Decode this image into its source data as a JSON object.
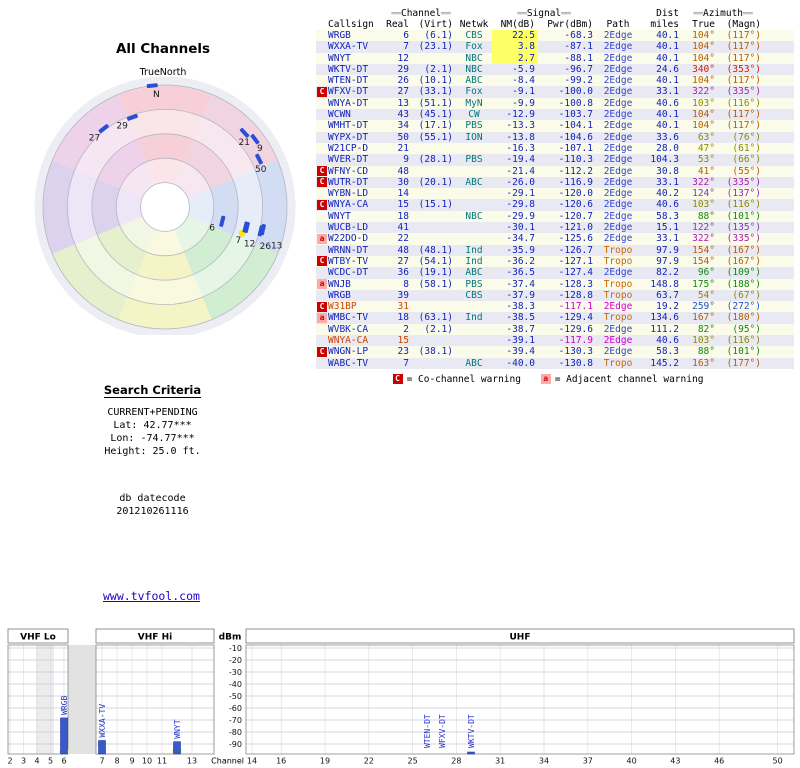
{
  "colors": {
    "row_odd": "#fbfbe9",
    "row_even": "#e9e9f3",
    "value_blue": "#1122bb",
    "netwk_teal": "#007777",
    "tropo_orange": "#cc6600",
    "edge_blue": "#3344cc",
    "flag_red": "#cc4400",
    "flag_magenta": "#cc00cc",
    "nm_highlight": "#ffff66",
    "warn_c_bg": "#cc0000",
    "warn_a_bg": "#ffaaaa",
    "warn_a_fg": "#cc0000",
    "marker_blue": "#2b4fd4",
    "bar_blue": "#3a5bc7",
    "link_blue": "#2200cc"
  },
  "radar": {
    "title": "All Channels",
    "north_label": "TrueNorth",
    "n_label": "N",
    "wheel_colors": [
      "#f6cfd8",
      "#f0d4e0",
      "#d2dcf2",
      "#d2eed2",
      "#f4f4c6",
      "#e6f0cc",
      "#dcd2ee",
      "#eed2ea"
    ],
    "markers": [
      {
        "label": "29",
        "az": 340,
        "nm": -5.9,
        "ldx": -16,
        "ldy": 11
      },
      {
        "label": "27",
        "az": 322,
        "nm": -9.1,
        "ldx": -15,
        "ldy": 12
      },
      {
        "label": "21",
        "az": 47,
        "nm": -16.3,
        "ldx": -6,
        "ldy": 12
      },
      {
        "label": "9",
        "az": 53,
        "nm": -19.4,
        "ldx": 2,
        "ldy": 12
      },
      {
        "label": "50",
        "az": 63,
        "nm": -13.8,
        "ldx": -4,
        "ldy": 13
      },
      {
        "label": "6",
        "az": 104,
        "nm": 22.5,
        "ldx": -13,
        "ldy": 9,
        "hl": true
      },
      {
        "label": "7",
        "az": 104,
        "nm": 3.8,
        "ldx": -10,
        "ldy": 16
      },
      {
        "label": "12",
        "az": 104,
        "nm": 2.7,
        "ldx": -3,
        "ldy": 19
      },
      {
        "label": "26",
        "az": 104,
        "nm": -8.4,
        "ldx": -1,
        "ldy": 18
      },
      {
        "label": "13",
        "az": 103,
        "nm": -9.9,
        "ldx": 8,
        "ldy": 19
      }
    ]
  },
  "table": {
    "header": {
      "bar": "══",
      "channel_group": "Channel",
      "signal_group": "Signal",
      "dist_group": "Dist",
      "azimuth_group": "Azimuth",
      "callsign": "Callsign",
      "real": "Real",
      "virt": "(Virt)",
      "netwk": "Netwk",
      "nm": "NM(dB)",
      "pwr": "Pwr(dBm)",
      "path": "Path",
      "miles": "miles",
      "true": "True",
      "magn": "(Magn)"
    },
    "rows": [
      {
        "warn": "",
        "callsign": "WRGB",
        "real": "6",
        "virt": "(6.1)",
        "netwk": "CBS",
        "nm": "22.5",
        "pwr": "-68.3",
        "path": "2Edge",
        "dist": "40.1",
        "az_true": "104°",
        "az_magn": "(117°)",
        "az_color": "#b85c00",
        "nm_hl": true,
        "flag": false
      },
      {
        "warn": "",
        "callsign": "WXXA-TV",
        "real": "7",
        "virt": "(23.1)",
        "netwk": "Fox",
        "nm": "3.8",
        "pwr": "-87.1",
        "path": "2Edge",
        "dist": "40.1",
        "az_true": "104°",
        "az_magn": "(117°)",
        "az_color": "#b85c00",
        "nm_hl": true,
        "flag": false
      },
      {
        "warn": "",
        "callsign": "WNYT",
        "real": "12",
        "virt": "",
        "netwk": "NBC",
        "nm": "2.7",
        "pwr": "-88.1",
        "path": "2Edge",
        "dist": "40.1",
        "az_true": "104°",
        "az_magn": "(117°)",
        "az_color": "#b85c00",
        "nm_hl": true,
        "flag": false
      },
      {
        "warn": "",
        "callsign": "WKTV-DT",
        "real": "29",
        "virt": "(2.1)",
        "netwk": "NBC",
        "nm": "-5.9",
        "pwr": "-96.7",
        "path": "2Edge",
        "dist": "24.6",
        "az_true": "340°",
        "az_magn": "(353°)",
        "az_color": "#cc2200",
        "nm_hl": false,
        "flag": false
      },
      {
        "warn": "",
        "callsign": "WTEN-DT",
        "real": "26",
        "virt": "(10.1)",
        "netwk": "ABC",
        "nm": "-8.4",
        "pwr": "-99.2",
        "path": "2Edge",
        "dist": "40.1",
        "az_true": "104°",
        "az_magn": "(117°)",
        "az_color": "#b85c00",
        "nm_hl": false,
        "flag": false
      },
      {
        "warn": "C",
        "callsign": "WFXV-DT",
        "real": "27",
        "virt": "(33.1)",
        "netwk": "Fox",
        "nm": "-9.1",
        "pwr": "-100.0",
        "path": "2Edge",
        "dist": "33.1",
        "az_true": "322°",
        "az_magn": "(335°)",
        "az_color": "#aa22aa",
        "nm_hl": false,
        "flag": false
      },
      {
        "warn": "",
        "callsign": "WNYA-DT",
        "real": "13",
        "virt": "(51.1)",
        "netwk": "MyN",
        "nm": "-9.9",
        "pwr": "-100.8",
        "path": "2Edge",
        "dist": "40.6",
        "az_true": "103°",
        "az_magn": "(116°)",
        "az_color": "#8a8a00",
        "nm_hl": false,
        "flag": false
      },
      {
        "warn": "",
        "callsign": "WCWN",
        "real": "43",
        "virt": "(45.1)",
        "netwk": "CW",
        "nm": "-12.9",
        "pwr": "-103.7",
        "path": "2Edge",
        "dist": "40.1",
        "az_true": "104°",
        "az_magn": "(117°)",
        "az_color": "#b85c00",
        "nm_hl": false,
        "flag": false
      },
      {
        "warn": "",
        "callsign": "WMHT-DT",
        "real": "34",
        "virt": "(17.1)",
        "netwk": "PBS",
        "nm": "-13.3",
        "pwr": "-104.1",
        "path": "2Edge",
        "dist": "40.1",
        "az_true": "104°",
        "az_magn": "(117°)",
        "az_color": "#b85c00",
        "nm_hl": false,
        "flag": false
      },
      {
        "warn": "",
        "callsign": "WYPX-DT",
        "real": "50",
        "virt": "(55.1)",
        "netwk": "ION",
        "nm": "-13.8",
        "pwr": "-104.6",
        "path": "2Edge",
        "dist": "33.6",
        "az_true": "63°",
        "az_magn": "(76°)",
        "az_color": "#8a8a00",
        "nm_hl": false,
        "flag": false
      },
      {
        "warn": "",
        "callsign": "W21CP-D",
        "real": "21",
        "virt": "",
        "netwk": "",
        "nm": "-16.3",
        "pwr": "-107.1",
        "path": "2Edge",
        "dist": "28.0",
        "az_true": "47°",
        "az_magn": "(61°)",
        "az_color": "#8a8a00",
        "nm_hl": false,
        "flag": false
      },
      {
        "warn": "",
        "callsign": "WVER-DT",
        "real": "9",
        "virt": "(28.1)",
        "netwk": "PBS",
        "nm": "-19.4",
        "pwr": "-110.3",
        "path": "2Edge",
        "dist": "104.3",
        "az_true": "53°",
        "az_magn": "(66°)",
        "az_color": "#8a8a00",
        "nm_hl": false,
        "flag": false
      },
      {
        "warn": "C",
        "callsign": "WFNY-CD",
        "real": "48",
        "virt": "",
        "netwk": "",
        "nm": "-21.4",
        "pwr": "-112.2",
        "path": "2Edge",
        "dist": "30.8",
        "az_true": "41°",
        "az_magn": "(55°)",
        "az_color": "#b85c00",
        "nm_hl": false,
        "flag": false
      },
      {
        "warn": "C",
        "callsign": "WUTR-DT",
        "real": "30",
        "virt": "(20.1)",
        "netwk": "ABC",
        "nm": "-26.0",
        "pwr": "-116.9",
        "path": "2Edge",
        "dist": "33.1",
        "az_true": "322°",
        "az_magn": "(335°)",
        "az_color": "#aa22aa",
        "nm_hl": false,
        "flag": false
      },
      {
        "warn": "",
        "callsign": "WYBN-LD",
        "real": "14",
        "virt": "",
        "netwk": "",
        "nm": "-29.1",
        "pwr": "-120.0",
        "path": "2Edge",
        "dist": "40.2",
        "az_true": "124°",
        "az_magn": "(137°)",
        "az_color": "#8833bb",
        "nm_hl": false,
        "flag": false
      },
      {
        "warn": "C",
        "callsign": "WNYA-CA",
        "real": "15",
        "virt": "(15.1)",
        "netwk": "",
        "nm": "-29.8",
        "pwr": "-120.6",
        "path": "2Edge",
        "dist": "40.6",
        "az_true": "103°",
        "az_magn": "(116°)",
        "az_color": "#8a8a00",
        "nm_hl": false,
        "flag": false
      },
      {
        "warn": "",
        "callsign": "WNYT",
        "real": "18",
        "virt": "",
        "netwk": "NBC",
        "nm": "-29.9",
        "pwr": "-120.7",
        "path": "2Edge",
        "dist": "58.3",
        "az_true": "88°",
        "az_magn": "(101°)",
        "az_color": "#118811",
        "nm_hl": false,
        "flag": false
      },
      {
        "warn": "",
        "callsign": "WUCB-LD",
        "real": "41",
        "virt": "",
        "netwk": "",
        "nm": "-30.1",
        "pwr": "-121.0",
        "path": "2Edge",
        "dist": "15.1",
        "az_true": "122°",
        "az_magn": "(135°)",
        "az_color": "#8833bb",
        "nm_hl": false,
        "flag": false
      },
      {
        "warn": "a",
        "callsign": "W22DO-D",
        "real": "22",
        "virt": "",
        "netwk": "",
        "nm": "-34.7",
        "pwr": "-125.6",
        "path": "2Edge",
        "dist": "33.1",
        "az_true": "322°",
        "az_magn": "(335°)",
        "az_color": "#aa22aa",
        "nm_hl": false,
        "flag": false
      },
      {
        "warn": "",
        "callsign": "WRNN-DT",
        "real": "48",
        "virt": "(48.1)",
        "netwk": "Ind",
        "nm": "-35.9",
        "pwr": "-126.7",
        "path": "Tropo",
        "dist": "97.9",
        "az_true": "154°",
        "az_magn": "(167°)",
        "az_color": "#b85c00",
        "nm_hl": false,
        "flag": false
      },
      {
        "warn": "C",
        "callsign": "WTBY-TV",
        "real": "27",
        "virt": "(54.1)",
        "netwk": "Ind",
        "nm": "-36.2",
        "pwr": "-127.1",
        "path": "Tropo",
        "dist": "97.9",
        "az_true": "154°",
        "az_magn": "(167°)",
        "az_color": "#b85c00",
        "nm_hl": false,
        "flag": false
      },
      {
        "warn": "",
        "callsign": "WCDC-DT",
        "real": "36",
        "virt": "(19.1)",
        "netwk": "ABC",
        "nm": "-36.5",
        "pwr": "-127.4",
        "path": "2Edge",
        "dist": "82.2",
        "az_true": "96°",
        "az_magn": "(109°)",
        "az_color": "#118811",
        "nm_hl": false,
        "flag": false
      },
      {
        "warn": "a",
        "callsign": "WNJB",
        "real": "8",
        "virt": "(58.1)",
        "netwk": "PBS",
        "nm": "-37.4",
        "pwr": "-128.3",
        "path": "Tropo",
        "dist": "148.8",
        "az_true": "175°",
        "az_magn": "(188°)",
        "az_color": "#118811",
        "nm_hl": false,
        "flag": false
      },
      {
        "warn": "",
        "callsign": "WRGB",
        "real": "39",
        "virt": "",
        "netwk": "CBS",
        "nm": "-37.9",
        "pwr": "-128.8",
        "path": "Tropo",
        "dist": "63.7",
        "az_true": "54°",
        "az_magn": "(67°)",
        "az_color": "#8a8a00",
        "nm_hl": false,
        "flag": false
      },
      {
        "warn": "C",
        "callsign": "W31BP",
        "real": "31",
        "virt": "",
        "netwk": "",
        "nm": "-38.3",
        "pwr": "-117.1",
        "path": "2Edge",
        "dist": "19.2",
        "az_true": "259°",
        "az_magn": "(272°)",
        "az_color": "#2255cc",
        "nm_hl": false,
        "flag": true
      },
      {
        "warn": "a",
        "callsign": "WMBC-TV",
        "real": "18",
        "virt": "(63.1)",
        "netwk": "Ind",
        "nm": "-38.5",
        "pwr": "-129.4",
        "path": "Tropo",
        "dist": "134.6",
        "az_true": "167°",
        "az_magn": "(180°)",
        "az_color": "#b85c00",
        "nm_hl": false,
        "flag": false
      },
      {
        "warn": "",
        "callsign": "WVBK-CA",
        "real": "2",
        "virt": "(2.1)",
        "netwk": "",
        "nm": "-38.7",
        "pwr": "-129.6",
        "path": "2Edge",
        "dist": "111.2",
        "az_true": "82°",
        "az_magn": "(95°)",
        "az_color": "#118811",
        "nm_hl": false,
        "flag": false
      },
      {
        "warn": "",
        "callsign": "WNYA-CA",
        "real": "15",
        "virt": "",
        "netwk": "",
        "nm": "-39.1",
        "pwr": "-117.9",
        "path": "2Edge",
        "dist": "40.6",
        "az_true": "103°",
        "az_magn": "(116°)",
        "az_color": "#8a8a00",
        "nm_hl": false,
        "flag": true
      },
      {
        "warn": "C",
        "callsign": "WNGN-LP",
        "real": "23",
        "virt": "(38.1)",
        "netwk": "",
        "nm": "-39.4",
        "pwr": "-130.3",
        "path": "2Edge",
        "dist": "58.3",
        "az_true": "88°",
        "az_magn": "(101°)",
        "az_color": "#118811",
        "nm_hl": false,
        "flag": false
      },
      {
        "warn": "",
        "callsign": "WABC-TV",
        "real": "7",
        "virt": "",
        "netwk": "ABC",
        "nm": "-40.0",
        "pwr": "-130.8",
        "path": "Tropo",
        "dist": "145.2",
        "az_true": "163°",
        "az_magn": "(177°)",
        "az_color": "#b85c00",
        "nm_hl": false,
        "flag": false
      }
    ],
    "legend": {
      "c_symbol": "C",
      "c_text": "= Co-channel warning",
      "a_symbol": "a",
      "a_text": "= Adjacent channel warning"
    }
  },
  "search": {
    "title": "Search Criteria",
    "lines": [
      "CURRENT+PENDING",
      "Lat: 42.77***",
      "Lon: -74.77***",
      "Height: 25.0 ft."
    ],
    "datecode_label": "db datecode",
    "datecode": "201210261116"
  },
  "link_text": "www.tvfool.com",
  "chart_data": [
    {
      "type": "scatter",
      "coords": "polar",
      "title": "All Channels",
      "north_label": "TrueNorth",
      "points": [
        {
          "label": "29",
          "azimuth_deg": 340,
          "nm_db": -5.9
        },
        {
          "label": "27",
          "azimuth_deg": 322,
          "nm_db": -9.1
        },
        {
          "label": "21",
          "azimuth_deg": 47,
          "nm_db": -16.3
        },
        {
          "label": "9",
          "azimuth_deg": 53,
          "nm_db": -19.4
        },
        {
          "label": "50",
          "azimuth_deg": 63,
          "nm_db": -13.8
        },
        {
          "label": "6",
          "azimuth_deg": 104,
          "nm_db": 22.5
        },
        {
          "label": "7",
          "azimuth_deg": 104,
          "nm_db": 3.8
        },
        {
          "label": "12",
          "azimuth_deg": 104,
          "nm_db": 2.7
        },
        {
          "label": "26",
          "azimuth_deg": 104,
          "nm_db": -8.4
        },
        {
          "label": "13",
          "azimuth_deg": 103,
          "nm_db": -9.9
        }
      ]
    },
    {
      "type": "bar",
      "title": "",
      "ylabel": "dBm",
      "xlabel": "Channel",
      "ylim": [
        -98,
        -10
      ],
      "yticks": [
        -10,
        -20,
        -30,
        -40,
        -50,
        -60,
        -70,
        -80,
        -90
      ],
      "bands": [
        {
          "name": "VHF Lo",
          "range": [
            2,
            6
          ],
          "ticks": [
            2,
            3,
            4,
            5,
            6
          ]
        },
        {
          "name": "VHF Hi",
          "range": [
            7,
            13
          ],
          "ticks": [
            7,
            8,
            9,
            10,
            11,
            13
          ]
        },
        {
          "name": "UHF",
          "range": [
            14,
            51
          ],
          "ticks": [
            14,
            16,
            19,
            22,
            25,
            28,
            31,
            34,
            37,
            40,
            43,
            46,
            50
          ]
        }
      ],
      "bars": [
        {
          "label": "WRGB",
          "channel": 6,
          "pwr_dbm": -68.3,
          "hl": true
        },
        {
          "label": "WXXA-TV",
          "channel": 7,
          "pwr_dbm": -87.1,
          "hl": false
        },
        {
          "label": "WNYT",
          "channel": 12,
          "pwr_dbm": -88.1,
          "hl": true
        },
        {
          "label": "WTEN-DT",
          "channel": 26,
          "pwr_dbm": -99.2,
          "hl": false
        },
        {
          "label": "WFXV-DT",
          "channel": 27,
          "pwr_dbm": -100.0,
          "hl": false
        },
        {
          "label": "WKTV-DT",
          "channel": 29,
          "pwr_dbm": -96.7,
          "hl": false
        }
      ]
    }
  ]
}
